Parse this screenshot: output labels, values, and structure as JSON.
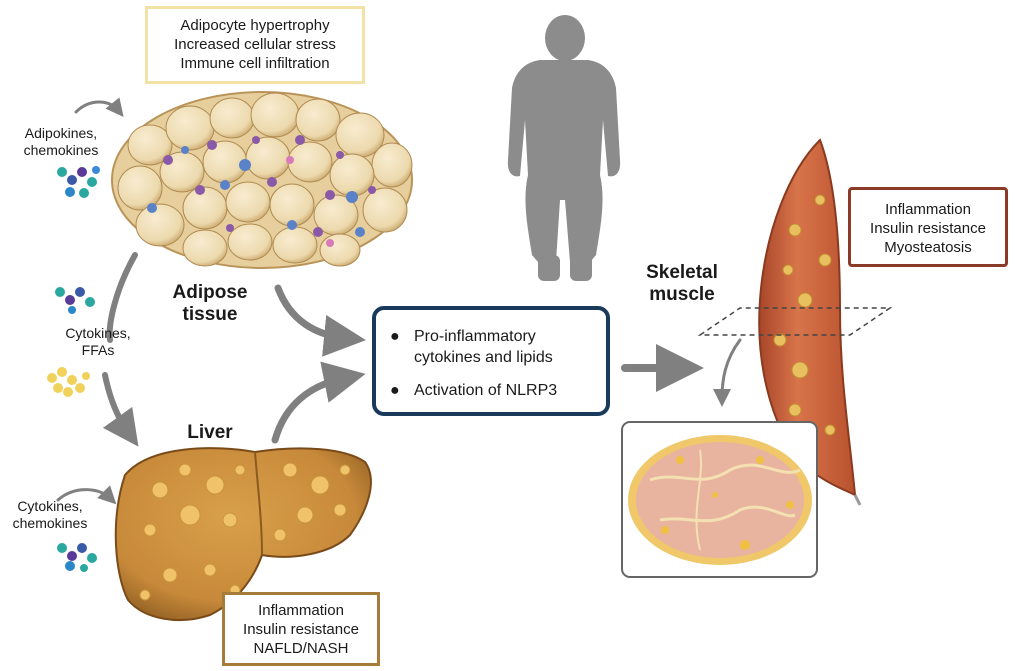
{
  "adipose": {
    "title_line1": "Adipose",
    "title_line2": "tissue",
    "box": [
      "Adipocyte hypertrophy",
      "Increased cellular stress",
      "Immune cell infiltration"
    ],
    "signal_line1": "Adipokines,",
    "signal_line2": "chemokines"
  },
  "flow": {
    "line1": "Cytokines,",
    "line2": "FFAs"
  },
  "liver": {
    "title": "Liver",
    "box": [
      "Inflammation",
      "Insulin resistance",
      "NAFLD/NASH"
    ],
    "signal_line1": "Cytokines,",
    "signal_line2": "chemokines"
  },
  "center": {
    "bullets": [
      "Pro-inflammatory",
      "cytokines and lipids",
      "Activation of NLRP3"
    ]
  },
  "muscle": {
    "title_line1": "Skeletal",
    "title_line2": "muscle",
    "box": [
      "Inflammation",
      "Insulin resistance",
      "Myosteatosis"
    ]
  },
  "colors": {
    "adipose_border": "#f2e2a6",
    "liver_border": "#a67c3a",
    "muscle_border": "#8b3a2a",
    "center_border": "#1a3a5c",
    "arrow": "#808080",
    "silhouette": "#8c8c8c"
  }
}
